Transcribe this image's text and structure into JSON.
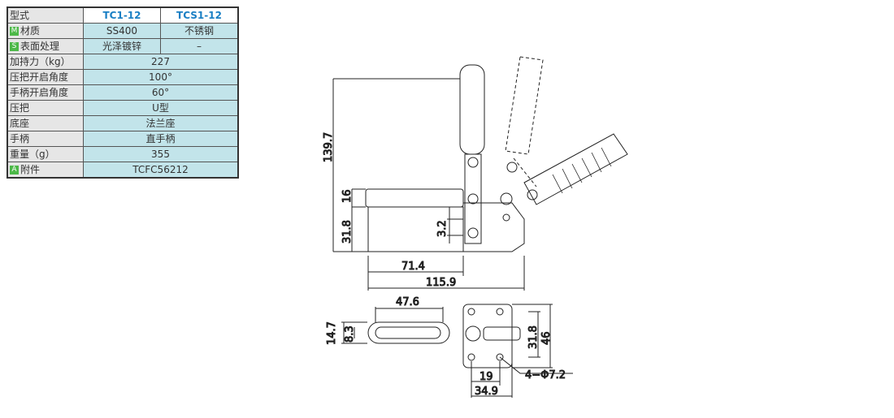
{
  "table": {
    "header": {
      "label": "型式",
      "col1": "TC1-12",
      "col2": "TCS1-12"
    },
    "rows": [
      {
        "badge": "M",
        "badge_color": "#4cb848",
        "label": "材质",
        "col1": "SS400",
        "col2": "不锈钢"
      },
      {
        "badge": "S",
        "badge_color": "#4cb848",
        "label": "表面处理",
        "col1": "光泽镀锌",
        "col2": "–"
      },
      {
        "label": "加持力（kg）",
        "value": "227"
      },
      {
        "label": "压把开启角度",
        "value": "100°"
      },
      {
        "label": "手柄开启角度",
        "value": "60°"
      },
      {
        "label": "压把",
        "value": "U型"
      },
      {
        "label": "底座",
        "value": "法兰座"
      },
      {
        "label": "手柄",
        "value": "直手柄"
      },
      {
        "label": "重量（g）",
        "value": "355"
      },
      {
        "badge": "A",
        "badge_color": "#4cb848",
        "label": "附件",
        "value": "TCFC56212"
      }
    ]
  },
  "drawing": {
    "side_view": {
      "dims": [
        "139.7",
        "16",
        "31.8",
        "3.2",
        "71.4",
        "115.9"
      ]
    },
    "top_view": {
      "dims": [
        "47.6",
        "14.7",
        "8.3",
        "31.8",
        "46",
        "19",
        "34.9",
        "4−Φ7.2"
      ]
    }
  }
}
